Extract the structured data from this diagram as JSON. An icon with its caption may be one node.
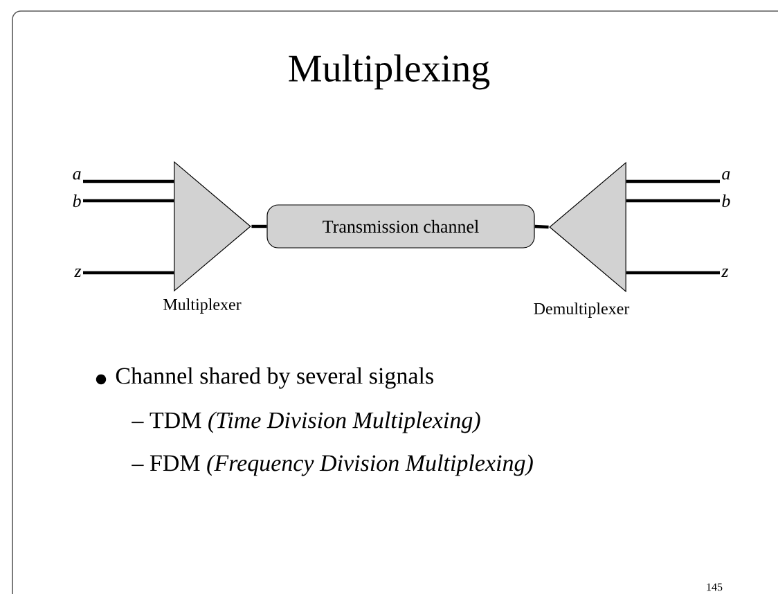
{
  "diagram": {
    "title": "Multiplexing",
    "nodes": [
      {
        "text": [
          "a"
        ]
      },
      {
        "text": [
          "b"
        ]
      },
      {
        "text": [
          "z"
        ]
      },
      {
        "text": [],
        "shape": "triangle",
        "beside": [
          "Multiplexer"
        ]
      },
      {
        "text": [
          "Transmission channel"
        ]
      },
      {
        "text": [],
        "shape": "triangle",
        "beside": [
          "Demultiplexer"
        ]
      },
      {
        "text": [
          "a"
        ]
      },
      {
        "text": [
          "b"
        ]
      },
      {
        "text": [
          "z"
        ]
      }
    ],
    "edges": [
      {
        "from": 0,
        "to": 3,
        "arrow": "none"
      },
      {
        "from": 1,
        "to": 3,
        "arrow": "none"
      },
      {
        "from": 2,
        "to": 3,
        "arrow": "none"
      },
      {
        "from": 3,
        "to": 4,
        "arrow": "none"
      },
      {
        "from": 4,
        "to": 5,
        "arrow": "none"
      },
      {
        "from": 5,
        "to": 6,
        "arrow": "none"
      },
      {
        "from": 5,
        "to": 7,
        "arrow": "none"
      },
      {
        "from": 5,
        "to": 8,
        "arrow": "none"
      }
    ],
    "labels": [
      "Channel shared by several signals",
      "– TDM *(Time Division Multiplexing)*",
      "– FDM *(Frequency Division Multiplexing)*",
      "145"
    ]
  }
}
